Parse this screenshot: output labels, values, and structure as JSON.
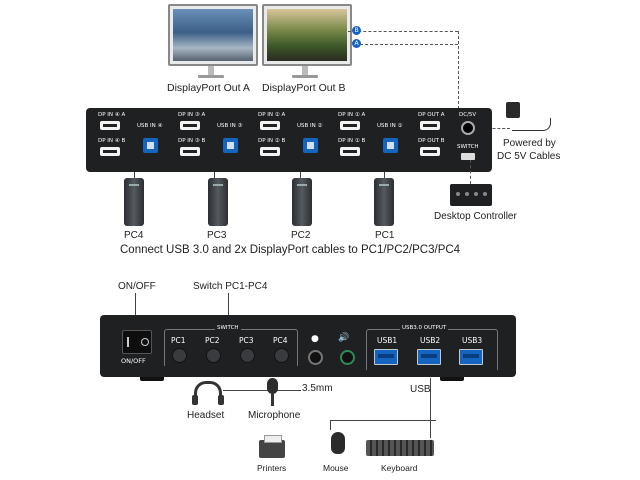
{
  "monitors": [
    {
      "label": "DisplayPort Out A"
    },
    {
      "label": "DisplayPort Out B"
    }
  ],
  "callouts": {
    "b": "B",
    "a": "A"
  },
  "power": {
    "label_line1": "Powered by",
    "label_line2": "DC 5V Cables"
  },
  "back_panel": {
    "dp_in_a": [
      "DP IN ④ A",
      "DP IN ③ A",
      "DP IN ② A",
      "DP IN ① A"
    ],
    "dp_in_b": [
      "DP IN ④ B",
      "DP IN ③ B",
      "DP IN ② B",
      "DP IN ① B"
    ],
    "usb_in": [
      "USB IN ④",
      "USB IN ③",
      "USB IN ②",
      "USB IN ①"
    ],
    "dp_out_a": "DP OUT A",
    "dp_out_b": "DP OUT B",
    "dc": "DC/5V",
    "switch": "SWITCH"
  },
  "pcs": [
    "PC4",
    "PC3",
    "PC2",
    "PC1"
  ],
  "desktop_controller": "Desktop Controller",
  "connect_caption": "Connect USB 3.0 and 2x DisplayPort cables to PC1/PC2/PC3/PC4",
  "front": {
    "onoff_top": "ON/OFF",
    "onoff_bottom": "ON/OFF",
    "switch_callout": "Switch PC1-PC4",
    "switch_group": "SWITCH",
    "pc_buttons": [
      "PC1",
      "PC2",
      "PC3",
      "PC4"
    ],
    "usb_group": "USB3.0 OUTPUT",
    "usb_ports": [
      "USB1",
      "USB2",
      "USB3"
    ],
    "jack_label": "3.5mm",
    "usb_label": "USB",
    "mic_icon": "microphone-icon",
    "speaker_icon": "speaker-icon"
  },
  "peripherals": {
    "headset": "Headset",
    "microphone": "Microphone",
    "printers": "Printers",
    "mouse": "Mouse",
    "keyboard": "Keyboard"
  },
  "colors": {
    "usb_blue": "#1565c0",
    "box_black": "#1f2022"
  }
}
